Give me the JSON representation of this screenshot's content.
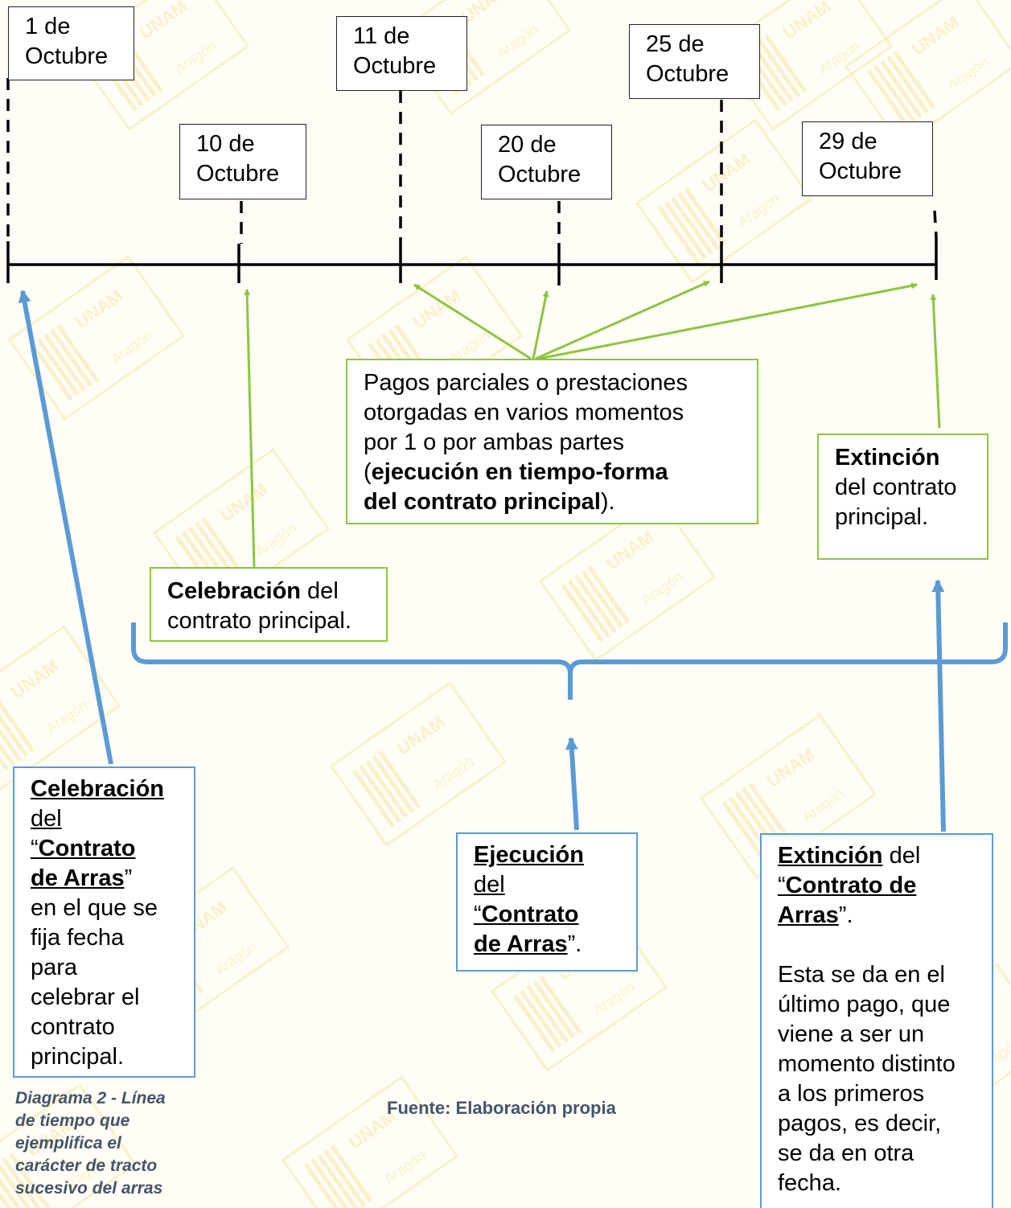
{
  "dates": [
    {
      "day": "1 de",
      "month": "Octubre"
    },
    {
      "day": "10 de",
      "month": "Octubre"
    },
    {
      "day": "11 de",
      "month": "Octubre"
    },
    {
      "day": "20 de",
      "month": "Octubre"
    },
    {
      "day": "25 de",
      "month": "Octubre"
    },
    {
      "day": "29 de",
      "month": "Octubre"
    }
  ],
  "payments": {
    "l1": "Pagos parciales o prestaciones",
    "l2": "otorgadas en varios momentos",
    "l3": "por 1 o por ambas partes",
    "l4_open": "(",
    "l4_bold": "ejecución en tiempo-forma",
    "l5_bold": "del contrato principal",
    "l5_close": ")."
  },
  "extincion_principal": {
    "bold": "Extinción",
    "l2": "del contrato",
    "l3": "principal."
  },
  "celebracion_principal": {
    "bold": "Celebración",
    "rest": " del",
    "l2": "contrato principal."
  },
  "celebracion_arras": {
    "l1": "Celebración",
    "l2": "del",
    "l3_q": "“",
    "l3": "Contrato",
    "l4": "de Arras",
    "l4_q": "”",
    "l5": "en el que se",
    "l6": "fija fecha",
    "l7": "para",
    "l8": "celebrar el",
    "l9": "contrato",
    "l10": "principal."
  },
  "ejecucion_arras": {
    "l1": "Ejecución",
    "l2": "del",
    "l3_q": "“",
    "l3": "Contrato",
    "l4": "de Arras",
    "l4_q": "”."
  },
  "extincion_arras": {
    "l1": "Extinción",
    "l1_rest": " del",
    "l2_q": "“",
    "l2": "Contrato de",
    "l3": "Arras",
    "l3_q": "”.",
    "p1": "Esta se da en el",
    "p2": "último pago, que",
    "p3": "viene a ser un",
    "p4": "momento distinto",
    "p5": "a los primeros",
    "p6": "pagos, es decir,",
    "p7": "se da en otra",
    "p8": "fecha."
  },
  "caption": {
    "l1": "Diagrama 2 - Línea",
    "l2": "de tiempo que",
    "l3": "ejemplifica el",
    "l4": "carácter de tracto",
    "l5": "sucesivo del arras"
  },
  "source": "Fuente: Elaboración propia",
  "watermark_text": "UNAM",
  "watermark_sub": "Aragón",
  "colors": {
    "green": "#8cc63f",
    "blue": "#5b9bd5",
    "caption": "#44546a",
    "watermark": "#f6e7a6"
  }
}
